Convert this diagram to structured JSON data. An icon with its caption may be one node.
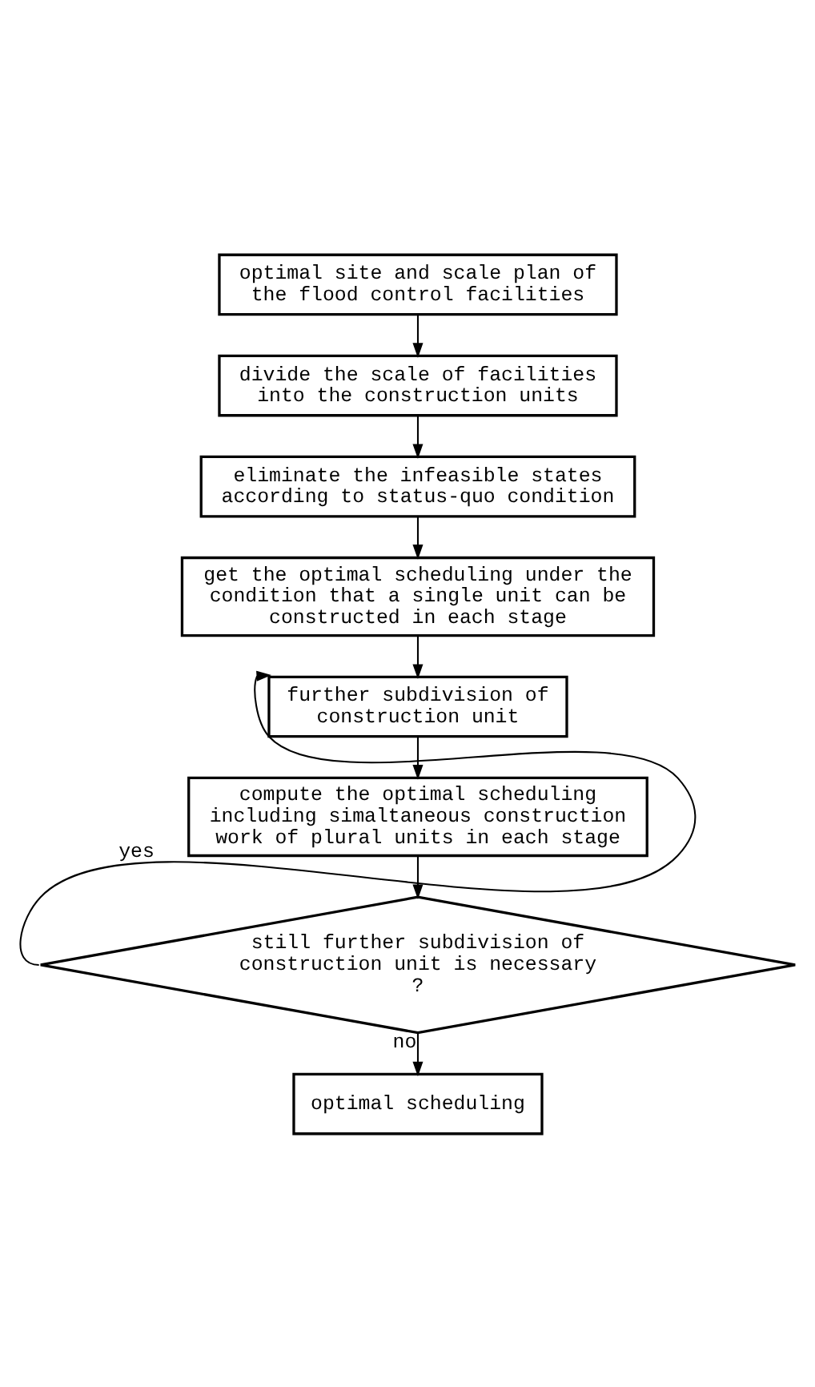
{
  "diagram": {
    "nodes": [
      {
        "text": [
          "optimal site and scale plan of the flood control facilities"
        ]
      },
      {
        "text": [
          "divide the scale of facilities into the construction units"
        ]
      },
      {
        "text": [
          "eliminate the infeasible states according to status-quo condition"
        ]
      },
      {
        "text": [
          "get the optimal scheduling under the condition that a single unit can be constructed in each stage"
        ]
      },
      {
        "text": [
          "further subdivision of construction unit"
        ]
      },
      {
        "text": [
          "compute the optimal scheduling including simaltaneous construction work of plural units in each stage"
        ]
      },
      {
        "text": [
          "still further subdivision of construction unit is necessary ?"
        ]
      },
      {
        "text": [
          "optimal scheduling"
        ]
      }
    ],
    "edges": [
      {
        "from": 0,
        "to": 1,
        "arrow": "to"
      },
      {
        "from": 1,
        "to": 2,
        "arrow": "to"
      },
      {
        "from": 2,
        "to": 3,
        "arrow": "to"
      },
      {
        "from": 3,
        "to": 4,
        "arrow": "to"
      },
      {
        "from": 4,
        "to": 5,
        "arrow": "to"
      },
      {
        "from": 5,
        "to": 6,
        "arrow": "to"
      },
      {
        "from": 6,
        "to": 4,
        "arrow": "to",
        "label": "yes"
      },
      {
        "from": 6,
        "to": 7,
        "arrow": "to",
        "label": "no"
      }
    ]
  }
}
